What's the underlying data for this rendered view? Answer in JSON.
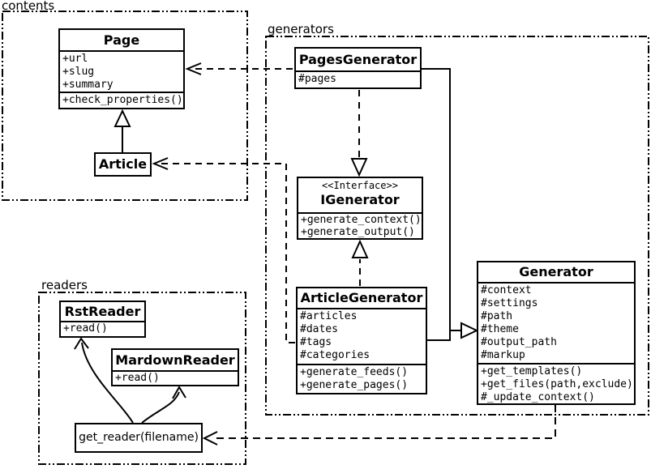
{
  "colors": {
    "ink": "#000000",
    "paper": "#ffffff"
  },
  "packages": {
    "contents": {
      "label": "contents"
    },
    "generators": {
      "label": "generators"
    },
    "readers": {
      "label": "readers"
    }
  },
  "classes": {
    "page": {
      "title": "Page",
      "attrs": [
        "+url",
        "+slug",
        "+summary"
      ],
      "methods": [
        "+check_properties()"
      ]
    },
    "article": {
      "title": "Article"
    },
    "pages_generator": {
      "title": "PagesGenerator",
      "attrs": [
        "#pages"
      ]
    },
    "igenerator": {
      "stereotype": "<<Interface>>",
      "title": "IGenerator",
      "methods": [
        "+generate_context()",
        "+generate_output()"
      ]
    },
    "article_generator": {
      "title": "ArticleGenerator",
      "attrs": [
        "#articles",
        "#dates",
        "#tags",
        "#categories"
      ],
      "methods": [
        "+generate_feeds()",
        "+generate_pages()"
      ]
    },
    "generator": {
      "title": "Generator",
      "attrs": [
        "#context",
        "#settings",
        "#path",
        "#theme",
        "#output_path",
        "#markup"
      ],
      "methods": [
        "+get_templates()",
        "+get_files(path,exclude)",
        "#_update_context()"
      ]
    },
    "rst_reader": {
      "title": "RstReader",
      "methods": [
        "+read()"
      ]
    },
    "mardown_reader": {
      "title": "MardownReader",
      "methods": [
        "+read()"
      ]
    },
    "get_reader": {
      "label": "get_reader(filename)"
    }
  }
}
